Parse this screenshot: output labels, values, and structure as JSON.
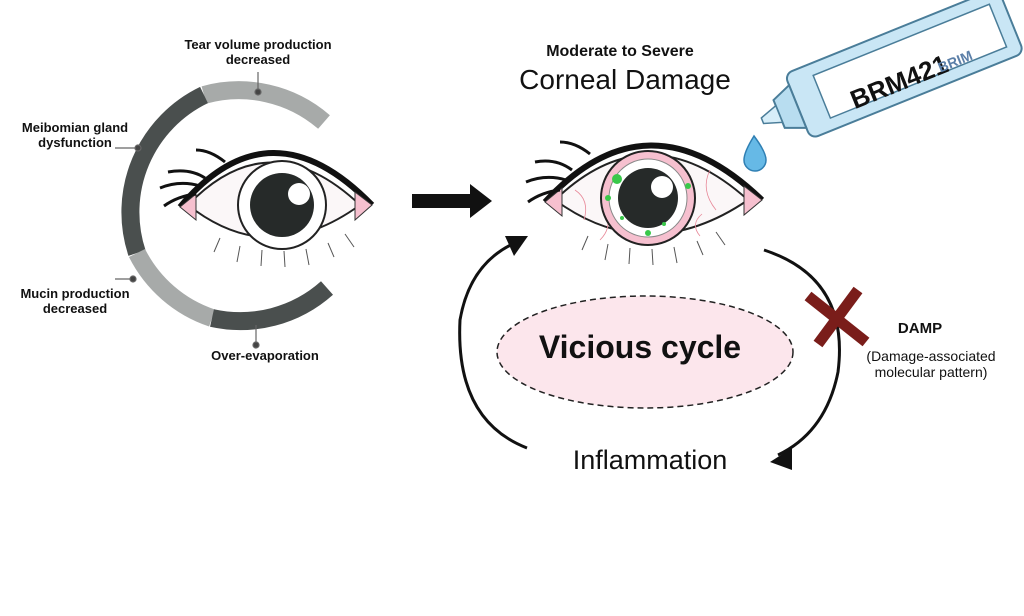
{
  "diagram": {
    "ring_labels": {
      "top": "Tear volume production decreased",
      "left": "Meibomian gland dysfunction",
      "bottom_left": "Mucin production decreased",
      "bottom": "Over-evaporation"
    },
    "subtitle": "Moderate to Severe",
    "title": "Corneal Damage",
    "cycle_label": "Vicious cycle",
    "bottom_label": "Inflammation",
    "damp_label": "DAMP",
    "damp_desc": "(Damage-associated molecular pattern)",
    "bottle_label": "BRM421",
    "bottle_logo": "BRIM"
  },
  "colors": {
    "ring_light": "#a7aaa9",
    "ring_dark": "#4a4f4e",
    "eye_pink": "#f6c0cf",
    "iris": "#262a29",
    "cycle_fill": "#fce6ec",
    "cross": "#7a1d1a",
    "drop": "#66b9e6",
    "green": "#39c84a"
  }
}
